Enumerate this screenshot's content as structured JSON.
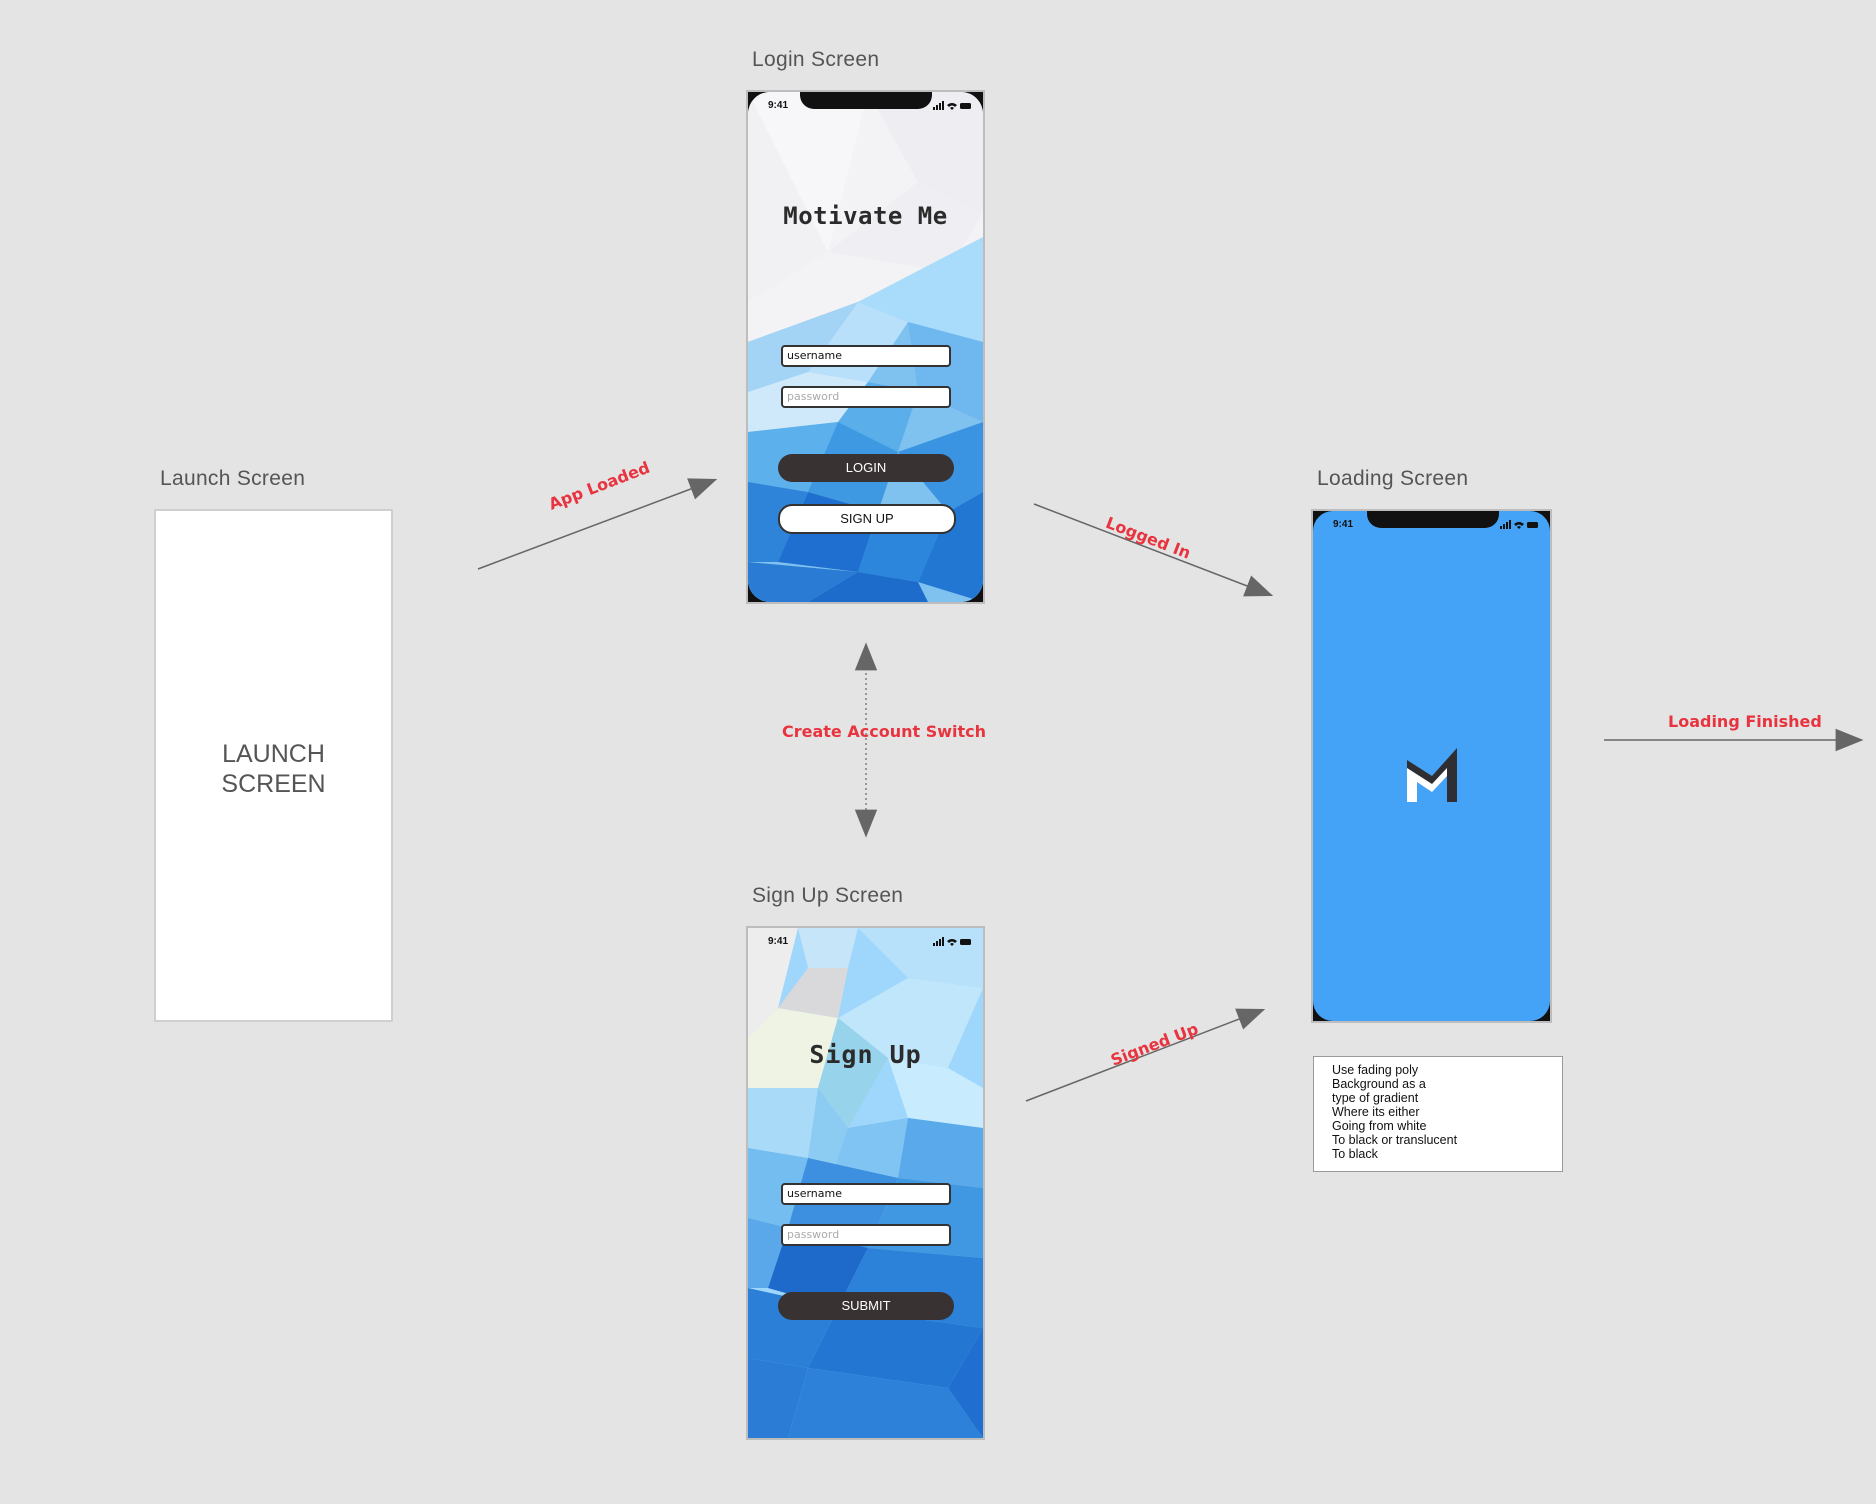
{
  "screens": {
    "launch": {
      "label": "Launch Screen",
      "content": [
        "LAUNCH",
        "SCREEN"
      ]
    },
    "login": {
      "label": "Login Screen",
      "time": "9:41",
      "title": "Motivate Me",
      "username_value": "username",
      "password_placeholder": "password",
      "login_button": "LOGIN",
      "signup_button": "SIGN UP"
    },
    "signup": {
      "label": "Sign Up Screen",
      "time": "9:41",
      "title": "Sign Up",
      "username_value": "username",
      "password_placeholder": "password",
      "submit_button": "SUBMIT"
    },
    "loading": {
      "label": "Loading Screen",
      "time": "9:41",
      "background_color": "#45a3f7"
    }
  },
  "transitions": {
    "app_loaded": "App Loaded",
    "logged_in": "Logged In",
    "create_account_switch": "Create Account Switch",
    "signed_up": "Signed Up",
    "loading_finished": "Loading Finished"
  },
  "note": {
    "lines": [
      "Use fading poly",
      "Background as a",
      "type of gradient",
      "Where its either",
      "Going from white",
      "To black or translucent",
      "To black"
    ]
  },
  "colors": {
    "canvas": "#e4e4e4",
    "flow_label": "#e8343f",
    "arrow": "#666666",
    "dark_button": "#383232"
  }
}
